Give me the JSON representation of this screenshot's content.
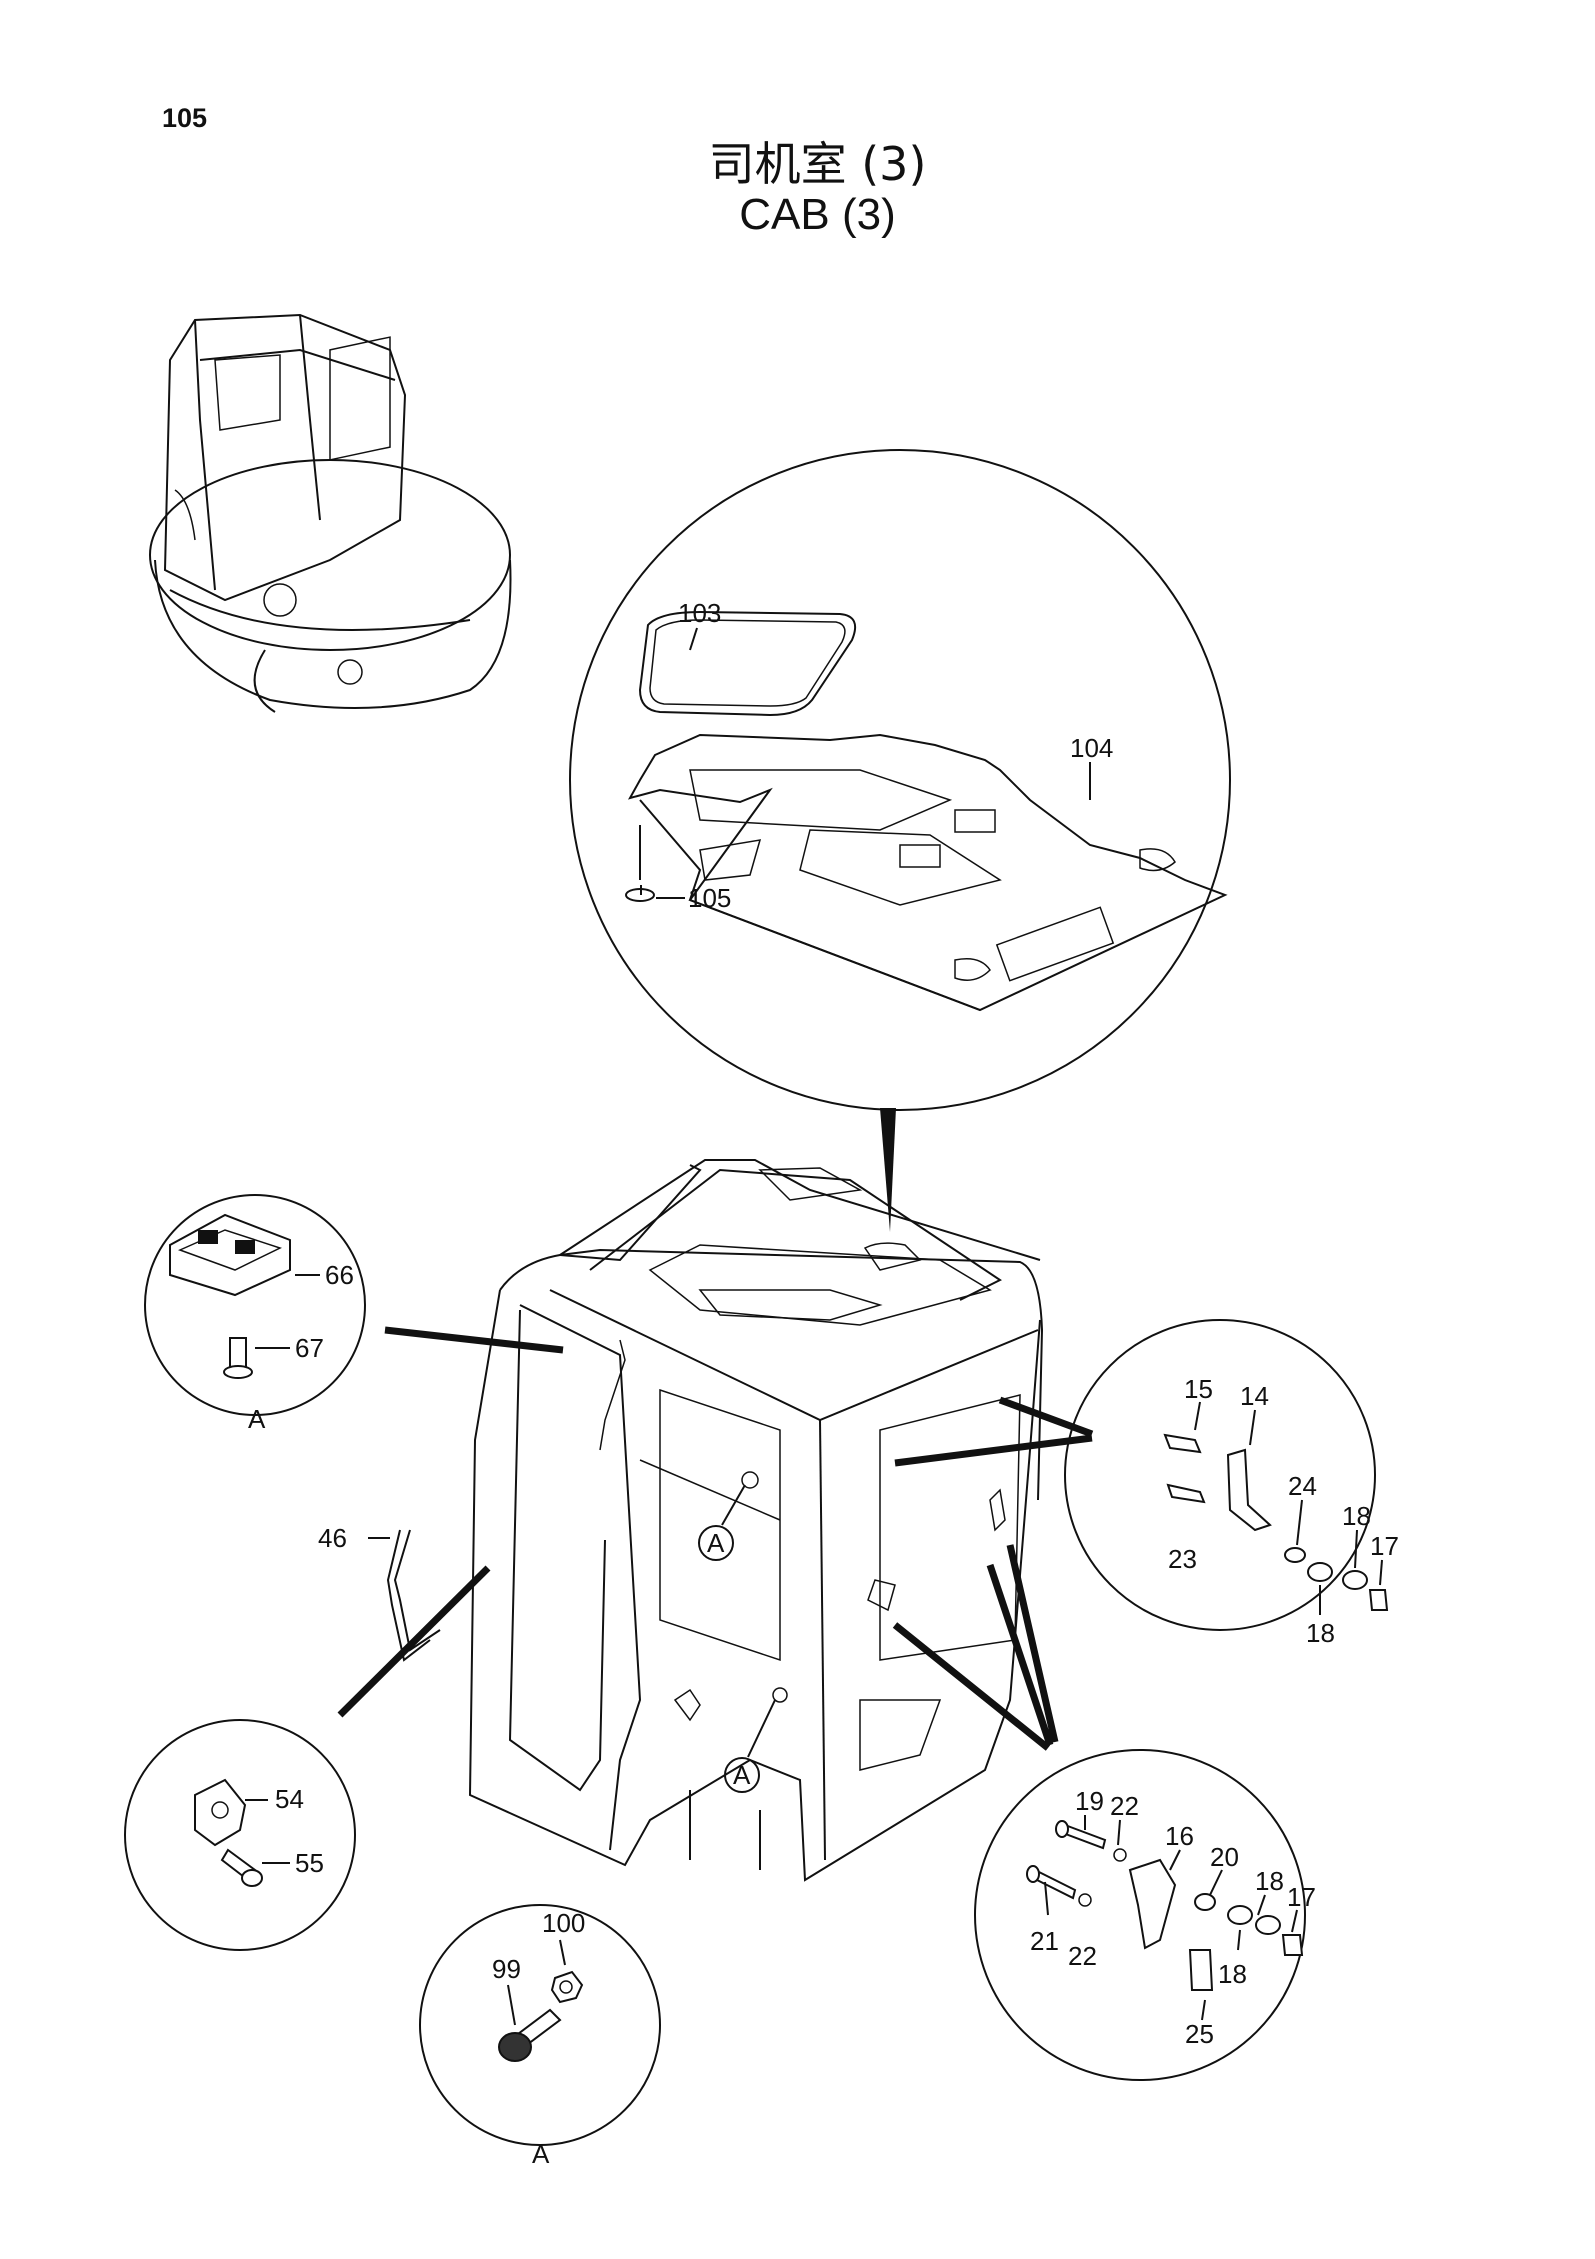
{
  "page_number": "105",
  "title_cn": "司机室 (3)",
  "title_en": "CAB  (3)",
  "detail_labels": {
    "a1": "A",
    "a2": "A",
    "a3": "A",
    "a4": "A"
  },
  "callouts": {
    "p103": "103",
    "p104": "104",
    "p105": "105",
    "p66": "66",
    "p67": "67",
    "p46": "46",
    "p54": "54",
    "p55": "55",
    "p99": "99",
    "p100": "100",
    "p15": "15",
    "p14": "14",
    "p24": "24",
    "p23": "23",
    "p18a": "18",
    "p17a": "17",
    "p18b": "18",
    "p19": "19",
    "p22a": "22",
    "p16": "16",
    "p20": "20",
    "p18c": "18",
    "p17b": "17",
    "p21": "21",
    "p22b": "22",
    "p18d": "18",
    "p25": "25"
  }
}
